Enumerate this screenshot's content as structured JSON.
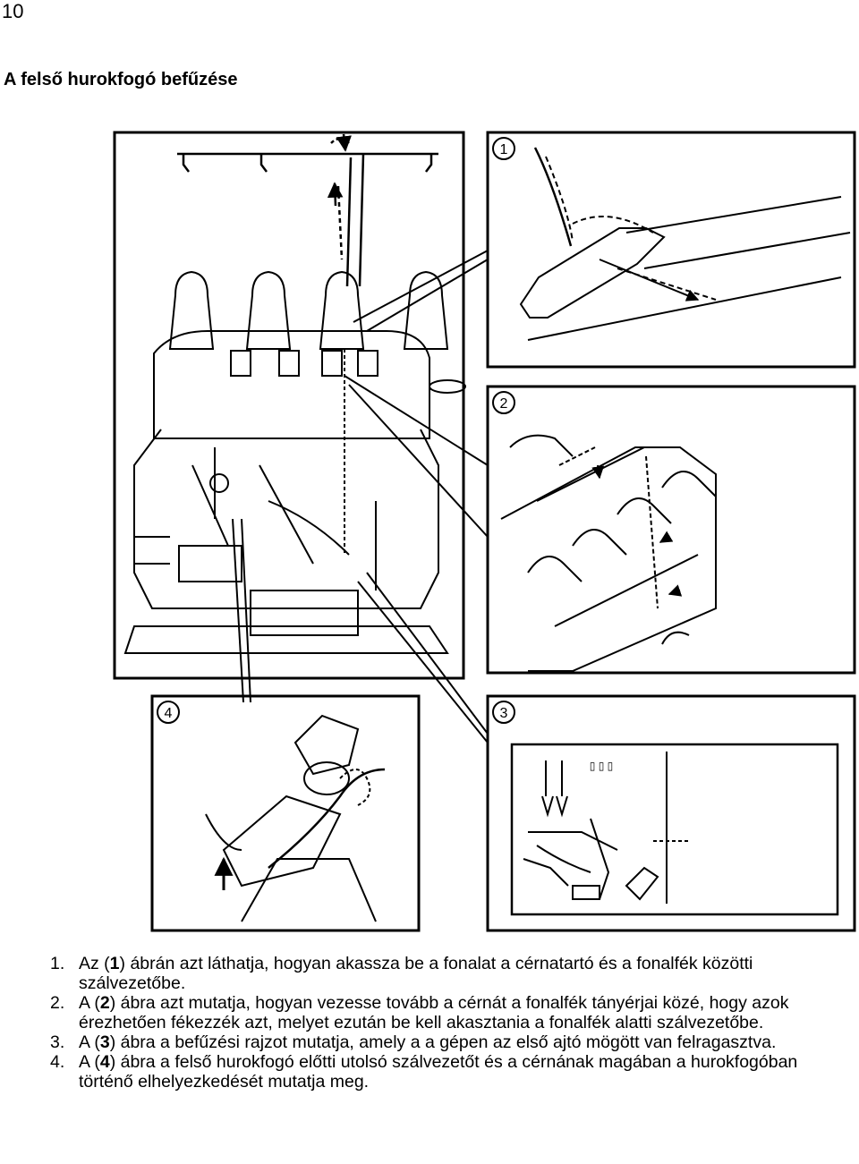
{
  "page": {
    "number": "10",
    "title": "A felső hurokfogó befűzése"
  },
  "figure": {
    "panel_labels": [
      "1",
      "2",
      "3",
      "4"
    ],
    "panel3_marks": "▯ ▯ ▯"
  },
  "instructions": [
    {
      "num": "1.",
      "pre": "Az (",
      "ref": "1",
      "post": ") ábrán azt láthatja, hogyan akassza be a fonalat a cérnatartó és a fonalfék közötti szálvezetőbe."
    },
    {
      "num": "2.",
      "pre": "A (",
      "ref": "2",
      "post": ") ábra azt mutatja, hogyan vezesse tovább a cérnát a fonalfék tányérjai közé, hogy azok érezhetően fékezzék azt, melyet ezután be kell akasztania a fonalfék alatti szálvezetőbe."
    },
    {
      "num": "3.",
      "pre": "A (",
      "ref": "3",
      "post": ") ábra a befűzési rajzot mutatja, amely a a gépen az első ajtó mögött van felragasztva."
    },
    {
      "num": "4.",
      "pre": "A (",
      "ref": "4",
      "post": ") ábra a felső hurokfogó előtti utolsó szálvezetőt és a cérnának magában a hurokfogóban történő elhelyezkedését mutatja meg."
    }
  ]
}
